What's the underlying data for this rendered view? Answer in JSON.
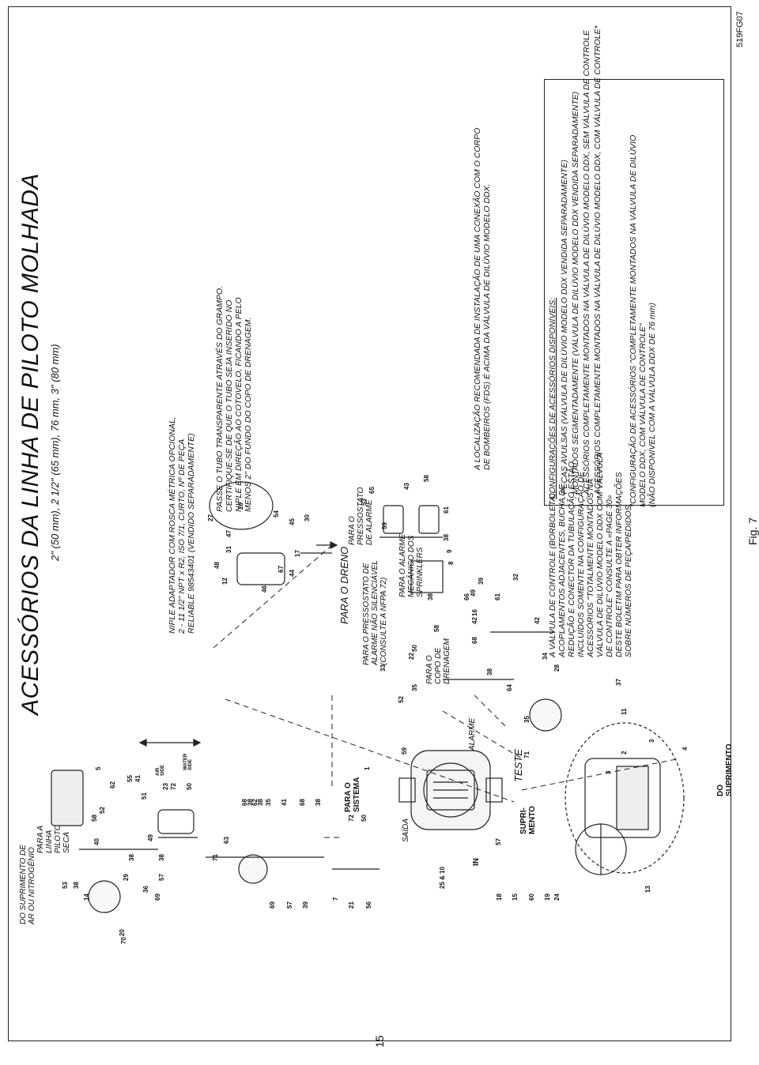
{
  "page": {
    "number": "15",
    "figure_code": "519FG07",
    "figure_label": "Fig. 7"
  },
  "title": "ACESSÓRIOS DA LINHA DE PILOTO MOLHADA",
  "subtitle": "2\" (50 mm), 2 1/2\" (65 mm), 76 mm, 3\" (80 mm)",
  "notes": {
    "adapter": "NIPLE ADAPTADOR COM ROSCA MÉTRICA OPCIONAL,\n2 - 11 1/2\" NPT x R2, ISO 7/1, CURTO, Nº DE PEÇA\nRELIABLE 98543401 (VENDIDO SEPARADAMENTE)",
    "tube": "PASSE O TUBO TRANSPARENTE ATRAVÉS DO GRAMPO.\nCERTIFIQUE-SE DE QUE O TUBO SEJA INSERIDO NO\nNIPLE EM DIREÇÃO AO COTOVELO, FICANDO A PELO\nMENOS 2\" DO FUNDO DO COPO DE DRENAGEM.",
    "fdc": "A LOCALIZAÇÃO RECOMENDADA DE INSTALAÇÃO DE UMA CONEXÃO COM O CORPO\nDE BOMBEIROS (FDS) É ACIMA DA VÁLVULA DE DILÚVIO MODELO DDX.",
    "valve": "A VÁLVULA DE CONTROLE (BORBOLETA),\nACOPLAMENTOS ADJACENTES, BUCHA DE\nREDUÇÃO E CONECTOR DA TUBULAÇÃO ESTÃO\nINCLUÍDOS SOMENTE NA CONFIGURAÇÃO DE\nACESSÓRIOS \"TOTALMENTE MONTADOS NA\nVÁLVULA DE DILÚVIO MODELO DDX COM VÁLVULA\nDE CONTROLE\" CONSULTE A «PAGE 30»\nDESTE BOLETIM PARA OBTER INFORMAÇÕES\nSOBRE NÚMEROS DE PEÇA/PEDIDOS."
  },
  "configurations": {
    "heading": "CONFIGURAÇÕES DE ACESSÓRIOS DISPONÍVEIS:",
    "items": [
      "- PEÇAS AVULSAS (VÁLVULA DE DILÚVIO MODELO DDX VENDIDA SEPARADAMENTE)",
      "- MONTADOS SEGMENTADAMENTE (VÁLVULA DE DILÚVIO MODELO DDX VENDIDA SEPARADAMENTE)",
      "- ACESSÓRIOS COMPLETAMENTE MONTADOS NA VÁLVULA DE DILÚVIO MODELO DDX, SEM VÁLVULA DE CONTROLE",
      "- ACESSÓRIOS COMPLETAMENTE MONTADOS NA VÁLVULA DE DILÚVIO MODELO DDX, COM VÁLVULA DE CONTROLE*"
    ],
    "footnote": "*CONFIGURAÇÃO DE ACESSÓRIOS \"COMPLETAMENTE MONTADOS NA VÁLVULA DE DILÚVIO\nMODELO DDX, COM VÁLVULA DE CONTROLE\"\n(NÃO DISPONÍVEL COM A VÁLVULA DDX DE 76 mm)"
  },
  "labels": {
    "air_supply": "DO SUPRIMENTO DE\nAR OU NITROGÊNIO",
    "pilot_line": "PARA A\nLINHA\nPILOTO\nSECA",
    "to_drain": "PARA O DRENO",
    "pressure_switch": "PARA O\nPRESSOSTATO\nDE ALARME",
    "alarm_switch": "PARA O PRESSOSTATO DE\nALARME NÃO SILENCIÁVEL\n(CONSULTE A NFPA 72)",
    "mech_alarm": "PARA O ALARME\nMECÂNICO DOS\nSPRINKLERS",
    "drain_cup": "PARA O\nCOPO DE\nDRENAGEM",
    "alarm": "ALARME",
    "test": "TESTE",
    "to_system": "PARA O\nSISTEMA",
    "supply": "SUPRI-\nMENTO",
    "from_supply": "DO\nSUPRIMENTO",
    "outlet": "SAÍDA",
    "inlet": "IN",
    "air_side": "AIR\nSIDE",
    "water_side": "WATER\nSIDE"
  },
  "part_numbers": [
    "70",
    "53",
    "38",
    "14",
    "40",
    "58",
    "52",
    "29",
    "38",
    "55",
    "62",
    "41",
    "51",
    "36",
    "49",
    "69",
    "57",
    "38",
    "23",
    "72",
    "50",
    "5",
    "71",
    "63",
    "68",
    "38",
    "62",
    "38",
    "35",
    "41",
    "68",
    "38",
    "69",
    "57",
    "39",
    "7",
    "21",
    "56",
    "72",
    "50",
    "25 & 10",
    "18",
    "15",
    "60",
    "19",
    "24",
    "20",
    "13",
    "1",
    "59",
    "57",
    "3",
    "2",
    "11",
    "3",
    "4",
    "37",
    "71",
    "35",
    "64",
    "38",
    "34",
    "28",
    "42",
    "61",
    "32",
    "52",
    "35",
    "50",
    "22",
    "33",
    "68",
    "42",
    "16",
    "58",
    "38",
    "49",
    "39",
    "12",
    "48",
    "31",
    "47",
    "27",
    "46",
    "44",
    "17",
    "67",
    "54",
    "45",
    "30",
    "26",
    "59",
    "53",
    "65",
    "43",
    "58",
    "61",
    "38",
    "9",
    "8",
    "66"
  ],
  "colors": {
    "line": "#222222",
    "background": "#ffffff"
  }
}
